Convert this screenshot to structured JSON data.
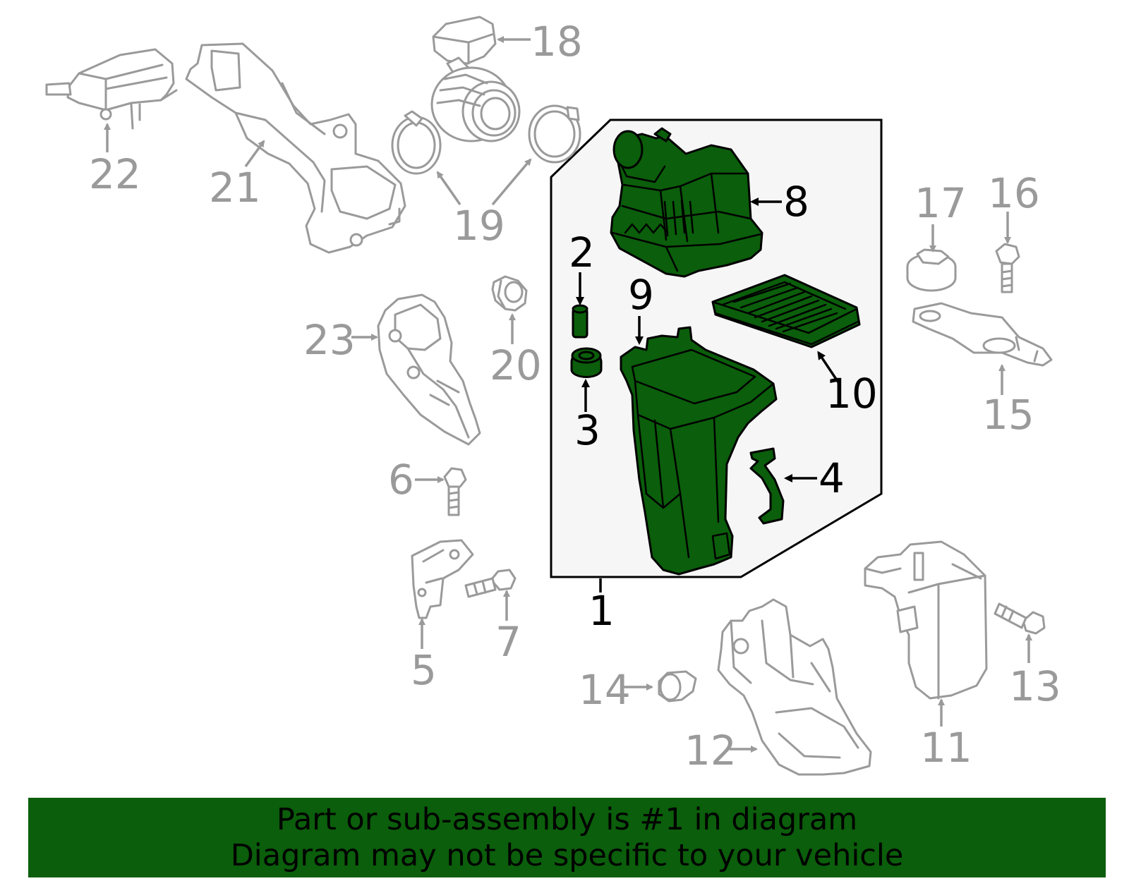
{
  "diagram": {
    "callouts": {
      "c1": "1",
      "c2": "2",
      "c3": "3",
      "c4": "4",
      "c5": "5",
      "c6": "6",
      "c7": "7",
      "c8": "8",
      "c9": "9",
      "c10": "10",
      "c11": "11",
      "c12": "12",
      "c13": "13",
      "c14": "14",
      "c15": "15",
      "c16": "16",
      "c17": "17",
      "c18": "18",
      "c19": "19",
      "c20": "20",
      "c21": "21",
      "c22": "22",
      "c23": "23"
    },
    "highlight_assembly": "1",
    "colors": {
      "highlight": "#0b5e0b",
      "inactive_part": "#9a9a9a",
      "assembly_box_fill": "#f6f6f6",
      "banner": "#0b5e0b"
    }
  },
  "banner": {
    "line1": "Part or sub-assembly is #1 in diagram",
    "line2": "Diagram may not be specific to your vehicle"
  }
}
